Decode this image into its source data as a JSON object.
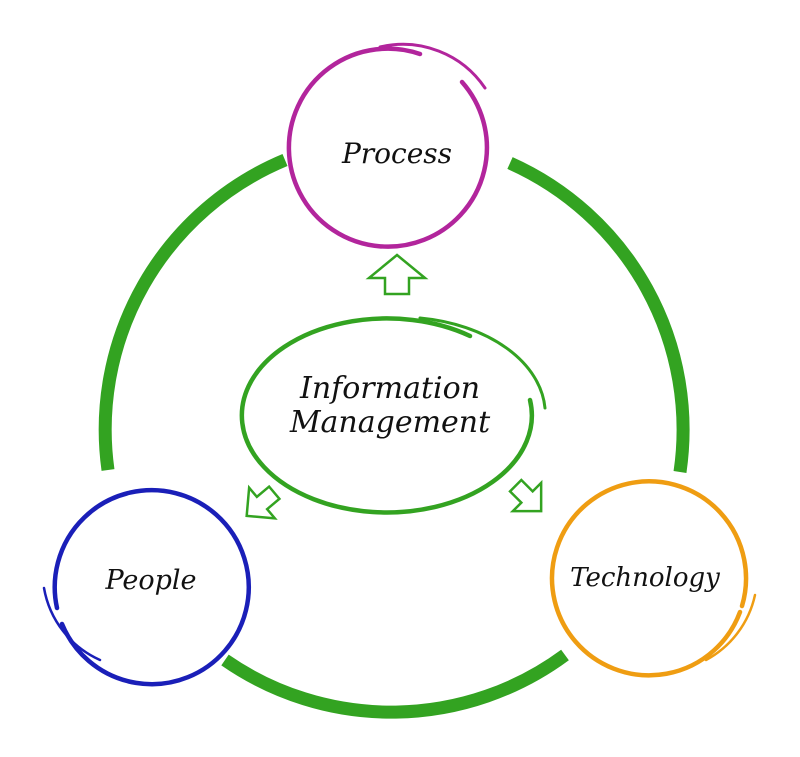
{
  "center": {
    "line1": "Information",
    "line2": "Management",
    "color": "#33a321"
  },
  "nodes": {
    "process": {
      "label": "Process",
      "color": "#b2259c"
    },
    "people": {
      "label": "People",
      "color": "#1a1fb8"
    },
    "technology": {
      "label": "Technology",
      "color": "#ef9d12"
    }
  },
  "ring": {
    "color": "#33a321"
  },
  "arrows": {
    "color": "#33a321"
  }
}
